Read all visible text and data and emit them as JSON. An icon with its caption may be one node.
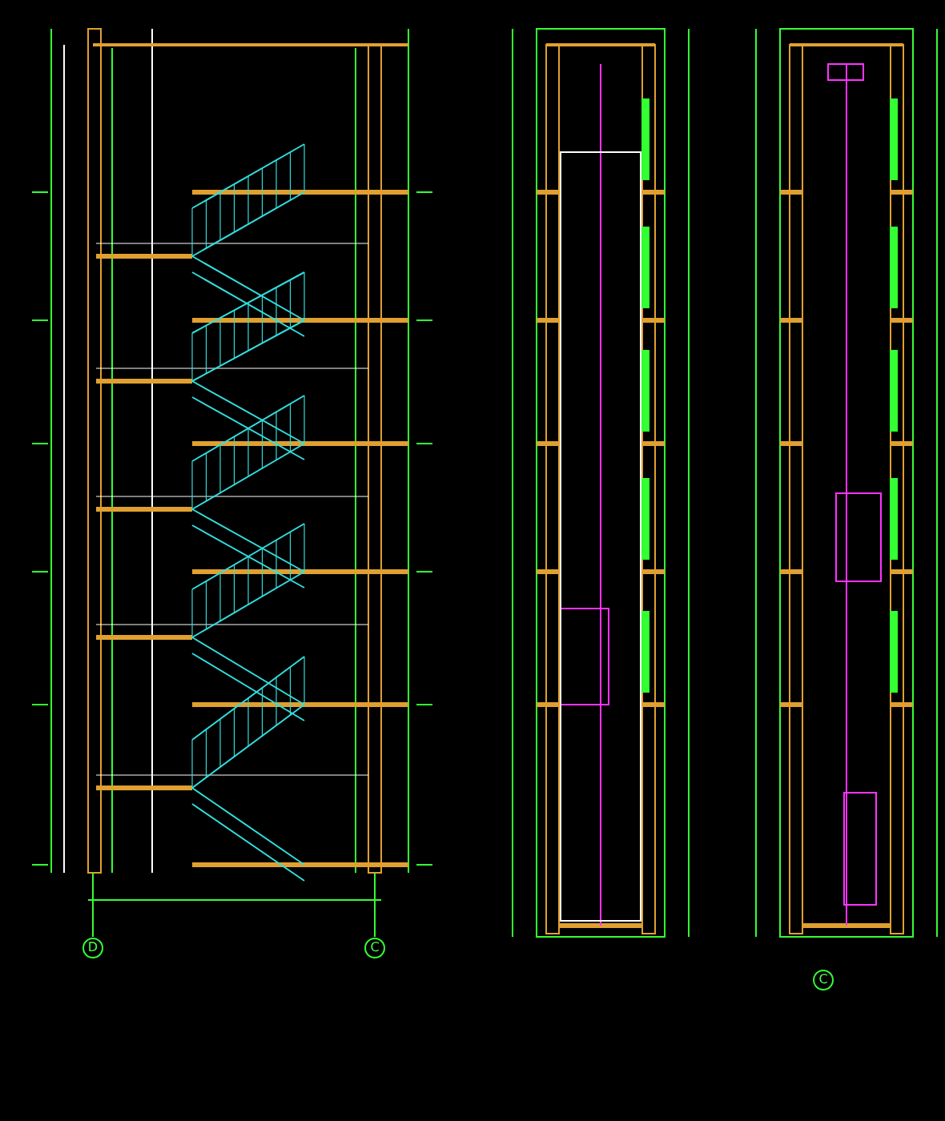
{
  "diagram": {
    "labels": [
      "D",
      "C",
      "C"
    ]
  }
}
